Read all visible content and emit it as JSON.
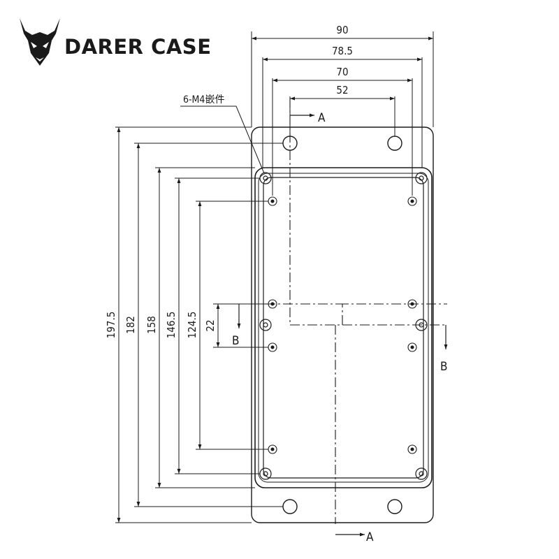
{
  "brand": {
    "name": "DARER CASE",
    "logo_icon": "bull-head-icon"
  },
  "drawing": {
    "horizontal_dimensions": [
      "90",
      "78.5",
      "70",
      "52"
    ],
    "vertical_dimensions": [
      "197.5",
      "182",
      "158",
      "146.5",
      "124.5",
      "22"
    ],
    "callout": "6-M4嵌件",
    "section_labels": [
      "A",
      "A",
      "B",
      "B"
    ],
    "colors": {
      "line": "#1a1a1a",
      "background": "#ffffff"
    }
  }
}
